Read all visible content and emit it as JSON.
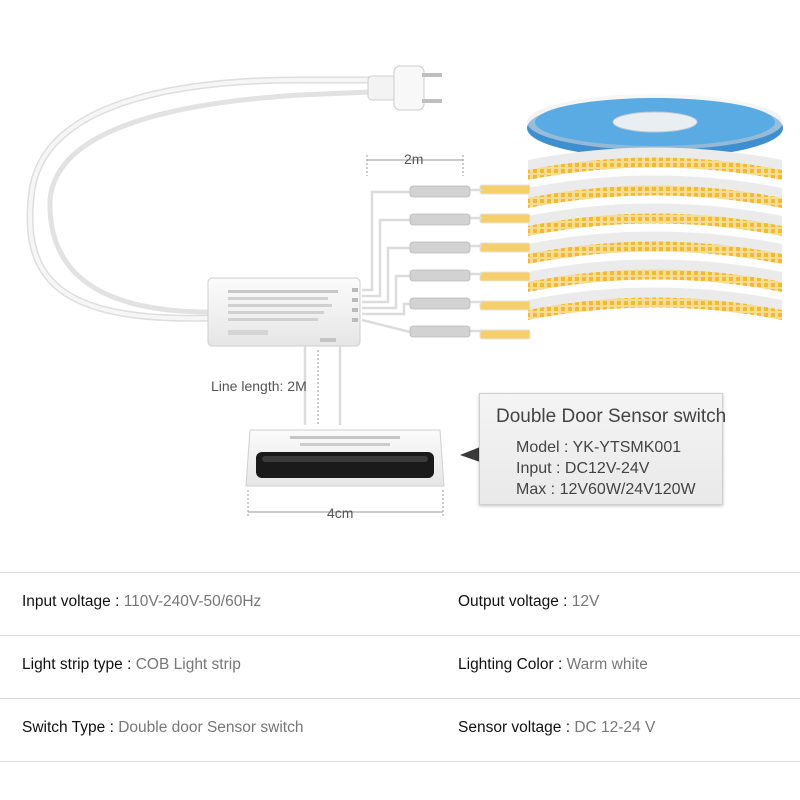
{
  "diagram": {
    "cable_length_top": "2m",
    "line_length_label": "Line length: 2M",
    "sensor_width_label": "4cm"
  },
  "spec_box": {
    "title": "Double Door Sensor switch",
    "model": "Model : YK-YTSMK001",
    "input": "Input : DC12V-24V",
    "max": "Max : 12V60W/24V120W"
  },
  "specs": {
    "rows": [
      {
        "left_key": "Input voltage",
        "left_val": "110V-240V-50/60Hz",
        "right_key": "Output voltage",
        "right_val": "12V"
      },
      {
        "left_key": "Light strip type",
        "left_val": "COB Light strip",
        "right_key": "Lighting Color",
        "right_val": "Warm white"
      },
      {
        "left_key": "Switch Type",
        "left_val": "Double door Sensor switch",
        "right_key": "Sensor voltage",
        "right_val": "DC 12-24 V"
      }
    ]
  },
  "colors": {
    "strip_led": "#f2c75c",
    "reel_blue": "#4a9bd6",
    "cable": "#eeeeee"
  }
}
